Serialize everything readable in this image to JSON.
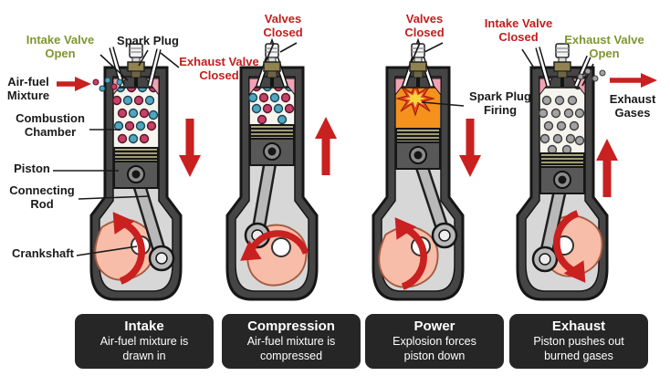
{
  "diagram": {
    "annotations": {
      "intake_valve_open": "Intake Valve\nOpen",
      "spark_plug": "Spark Plug",
      "exhaust_valve_closed": "Exhaust Valve\nClosed",
      "air_fuel_mixture": "Air-fuel\nMixture",
      "combustion_chamber": "Combustion\nChamber",
      "piston": "Piston",
      "connecting_rod": "Connecting\nRod",
      "crankshaft": "Crankshaft",
      "valves_closed_compression": "Valves\nClosed",
      "valves_closed_power": "Valves\nClosed",
      "spark_plug_firing": "Spark Plug\nFiring",
      "intake_valve_closed": "Intake Valve\nClosed",
      "exhaust_valve_open": "Exhaust Valve\nOpen",
      "exhaust_gases": "Exhaust\nGases"
    },
    "captions": [
      {
        "title": "Intake",
        "desc": "Air-fuel mixture is drawn in"
      },
      {
        "title": "Compression",
        "desc": "Air-fuel mixture is compressed"
      },
      {
        "title": "Power",
        "desc": "Explosion forces piston down"
      },
      {
        "title": "Exhaust",
        "desc": "Piston pushes out burned gases"
      }
    ],
    "colors": {
      "label_red": "#c41d1d",
      "label_olive": "#7f9630",
      "arrow_red": "#c92020",
      "caption_bg": "#262626",
      "caption_text": "#ffffff",
      "engine_body_gray": "#454545",
      "interior_gray": "#d7d7d7",
      "chamber_white": "#f6f4ee",
      "port_pink": "#f2a2b4",
      "piston_gray": "#585858",
      "ring_olive": "#b4b083",
      "rod_gray": "#b9b9b9",
      "crank_salmon": "#f8bda8",
      "mixture_blue": "#4fa6c0",
      "mixture_crimson": "#c74069",
      "exhaust_dot_gray": "#a3a3a3",
      "explosion_orange": "#f5911d",
      "explosion_yellow": "#ffd23e"
    }
  }
}
